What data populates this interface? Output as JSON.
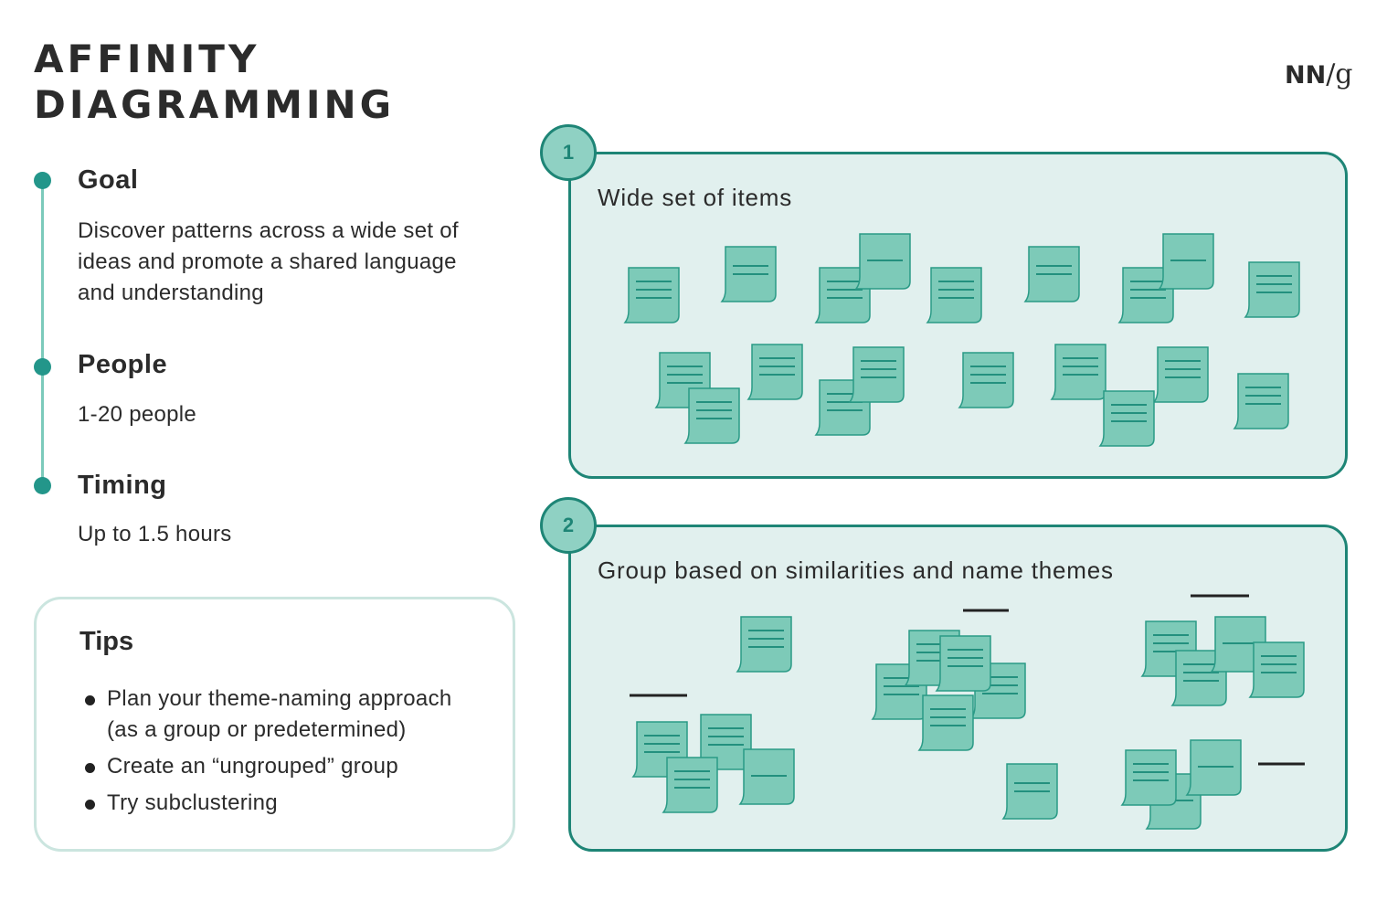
{
  "title": [
    "AFFINITY",
    "DIAGRAMMING"
  ],
  "logo": "NN/g",
  "sections": [
    {
      "heading": "Goal",
      "lines": [
        "Discover patterns across a wide set of",
        "ideas and promote a shared language",
        "and understanding"
      ]
    },
    {
      "heading": "People",
      "lines": [
        "1-20 people"
      ]
    },
    {
      "heading": "Timing",
      "lines": [
        "Up to 1.5 hours"
      ]
    }
  ],
  "tips": {
    "heading": "Tips",
    "items": [
      "Plan your theme-naming approach (as a group or predetermined)",
      "Create an “ungrouped” group",
      "Try subclustering"
    ]
  },
  "steps": [
    {
      "number": "1",
      "title": "Wide set of items"
    },
    {
      "number": "2",
      "title": "Group based on similarities and name themes"
    }
  ],
  "colors": {
    "accent": "#1e8576",
    "note": "#7dcab8",
    "panel": "#e1f0ee"
  }
}
